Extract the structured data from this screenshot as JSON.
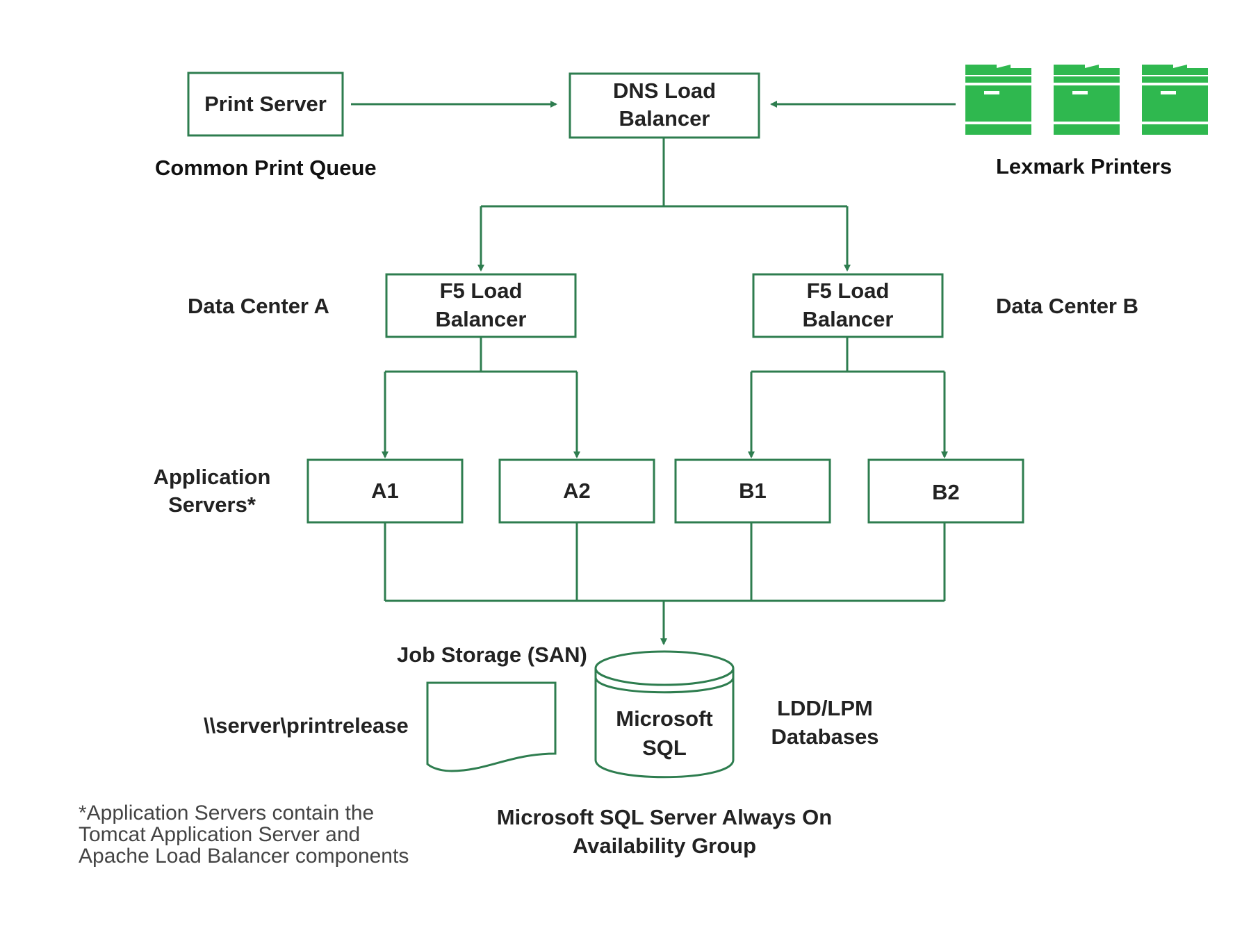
{
  "colors": {
    "line": "#2e7d4f",
    "printer": "#2fb84f",
    "text": "#222222"
  },
  "boxes": {
    "print_server": "Print Server",
    "dns_lb_line1": "DNS Load",
    "dns_lb_line2": "Balancer",
    "f5_a_line1": "F5 Load",
    "f5_a_line2": "Balancer",
    "f5_b_line1": "F5 Load",
    "f5_b_line2": "Balancer",
    "a1": "A1",
    "a2": "A2",
    "b1": "B1",
    "b2": "B2",
    "sql_line1": "Microsoft",
    "sql_line2": "SQL"
  },
  "labels": {
    "common_print_queue": "Common Print Queue",
    "lexmark_printers": "Lexmark Printers",
    "data_center_a": "Data Center A",
    "data_center_b": "Data Center B",
    "app_servers_line1": "Application",
    "app_servers_line2": "Servers*",
    "job_storage": "Job Storage (SAN)",
    "share_path": "\\\\server\\printrelease",
    "ldd_line1": "LDD/LPM",
    "ldd_line2": "Databases",
    "sql_group_line1": "Microsoft SQL Server Always On",
    "sql_group_line2": "Availability Group"
  },
  "footnote": {
    "line1": "*Application Servers contain the",
    "line2": "Tomcat Application Server and",
    "line3": "Apache Load Balancer components"
  },
  "icons": {
    "printer": "printer-icon",
    "database": "database-icon",
    "document": "document-icon"
  }
}
